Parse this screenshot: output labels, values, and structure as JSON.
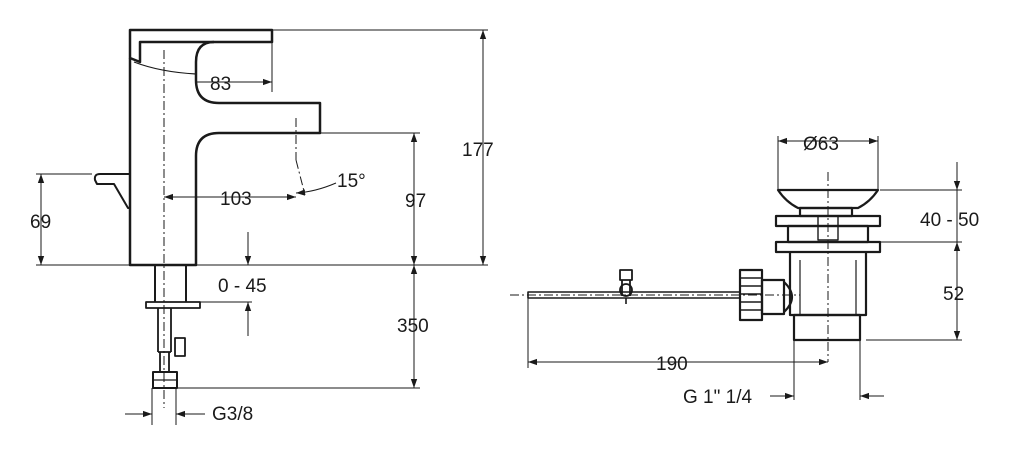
{
  "colors": {
    "line": "#1a1a1a",
    "background": "#ffffff"
  },
  "faucet_dimensions": {
    "spout_reach": "83",
    "total_height": "177",
    "lever_offset": "103",
    "angle": "15°",
    "spout_height": "97",
    "lever_height": "69",
    "deck_thickness": "0 - 45",
    "hose_length": "350",
    "hose_thread": "G3/8"
  },
  "waste_dimensions": {
    "diameter": "Ø63",
    "plug_height": "40 - 50",
    "body_height": "52",
    "rod_length": "190",
    "thread": "G 1\" 1/4"
  }
}
